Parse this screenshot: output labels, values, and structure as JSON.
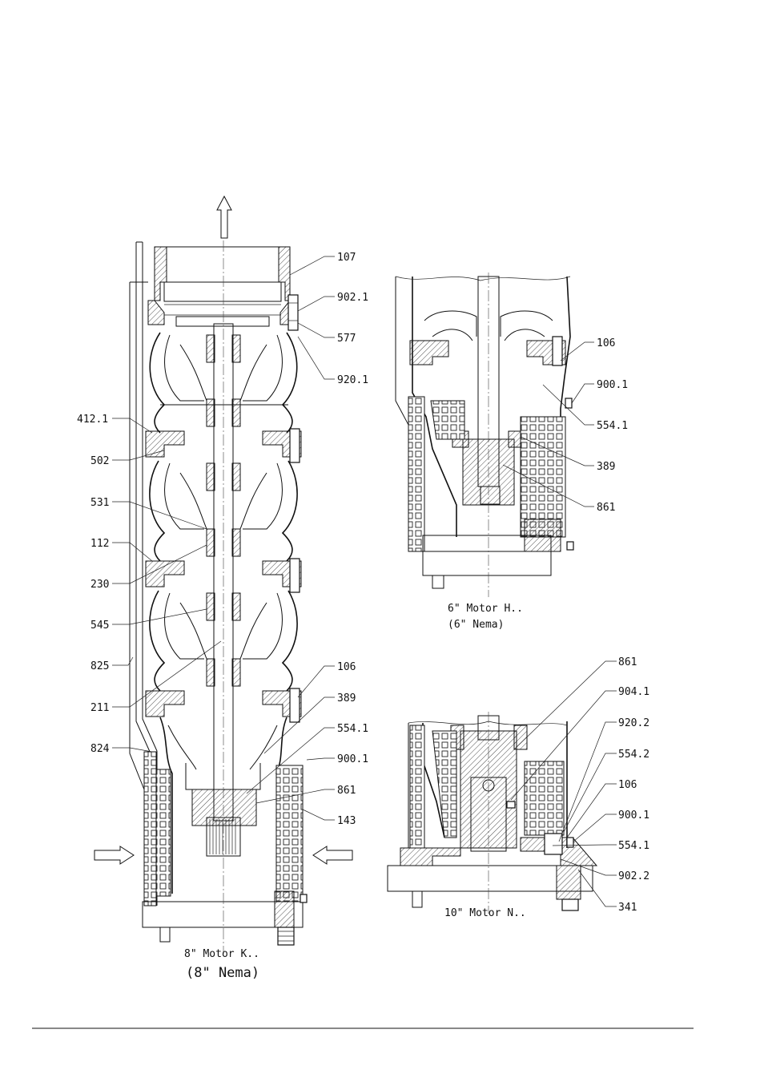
{
  "drawings": {
    "main": {
      "caption_line1": "8\" Motor K..",
      "caption_line2": "(8\" Nema)",
      "labels_left": [
        "412.1",
        "502",
        "531",
        "112",
        "230",
        "545",
        "825",
        "211",
        "824"
      ],
      "labels_right": [
        "107",
        "902.1",
        "577",
        "920.1",
        "106",
        "389",
        "554.1",
        "900.1",
        "861",
        "143"
      ]
    },
    "six_inch": {
      "caption_line1": "6\" Motor H..",
      "caption_line2": "(6\" Nema)",
      "labels": [
        "106",
        "900.1",
        "554.1",
        "389",
        "861"
      ]
    },
    "ten_inch": {
      "caption_line1": "10\" Motor N..",
      "labels": [
        "861",
        "904.1",
        "920.2",
        "554.2",
        "106",
        "900.1",
        "554.1",
        "902.2",
        "341"
      ]
    }
  }
}
